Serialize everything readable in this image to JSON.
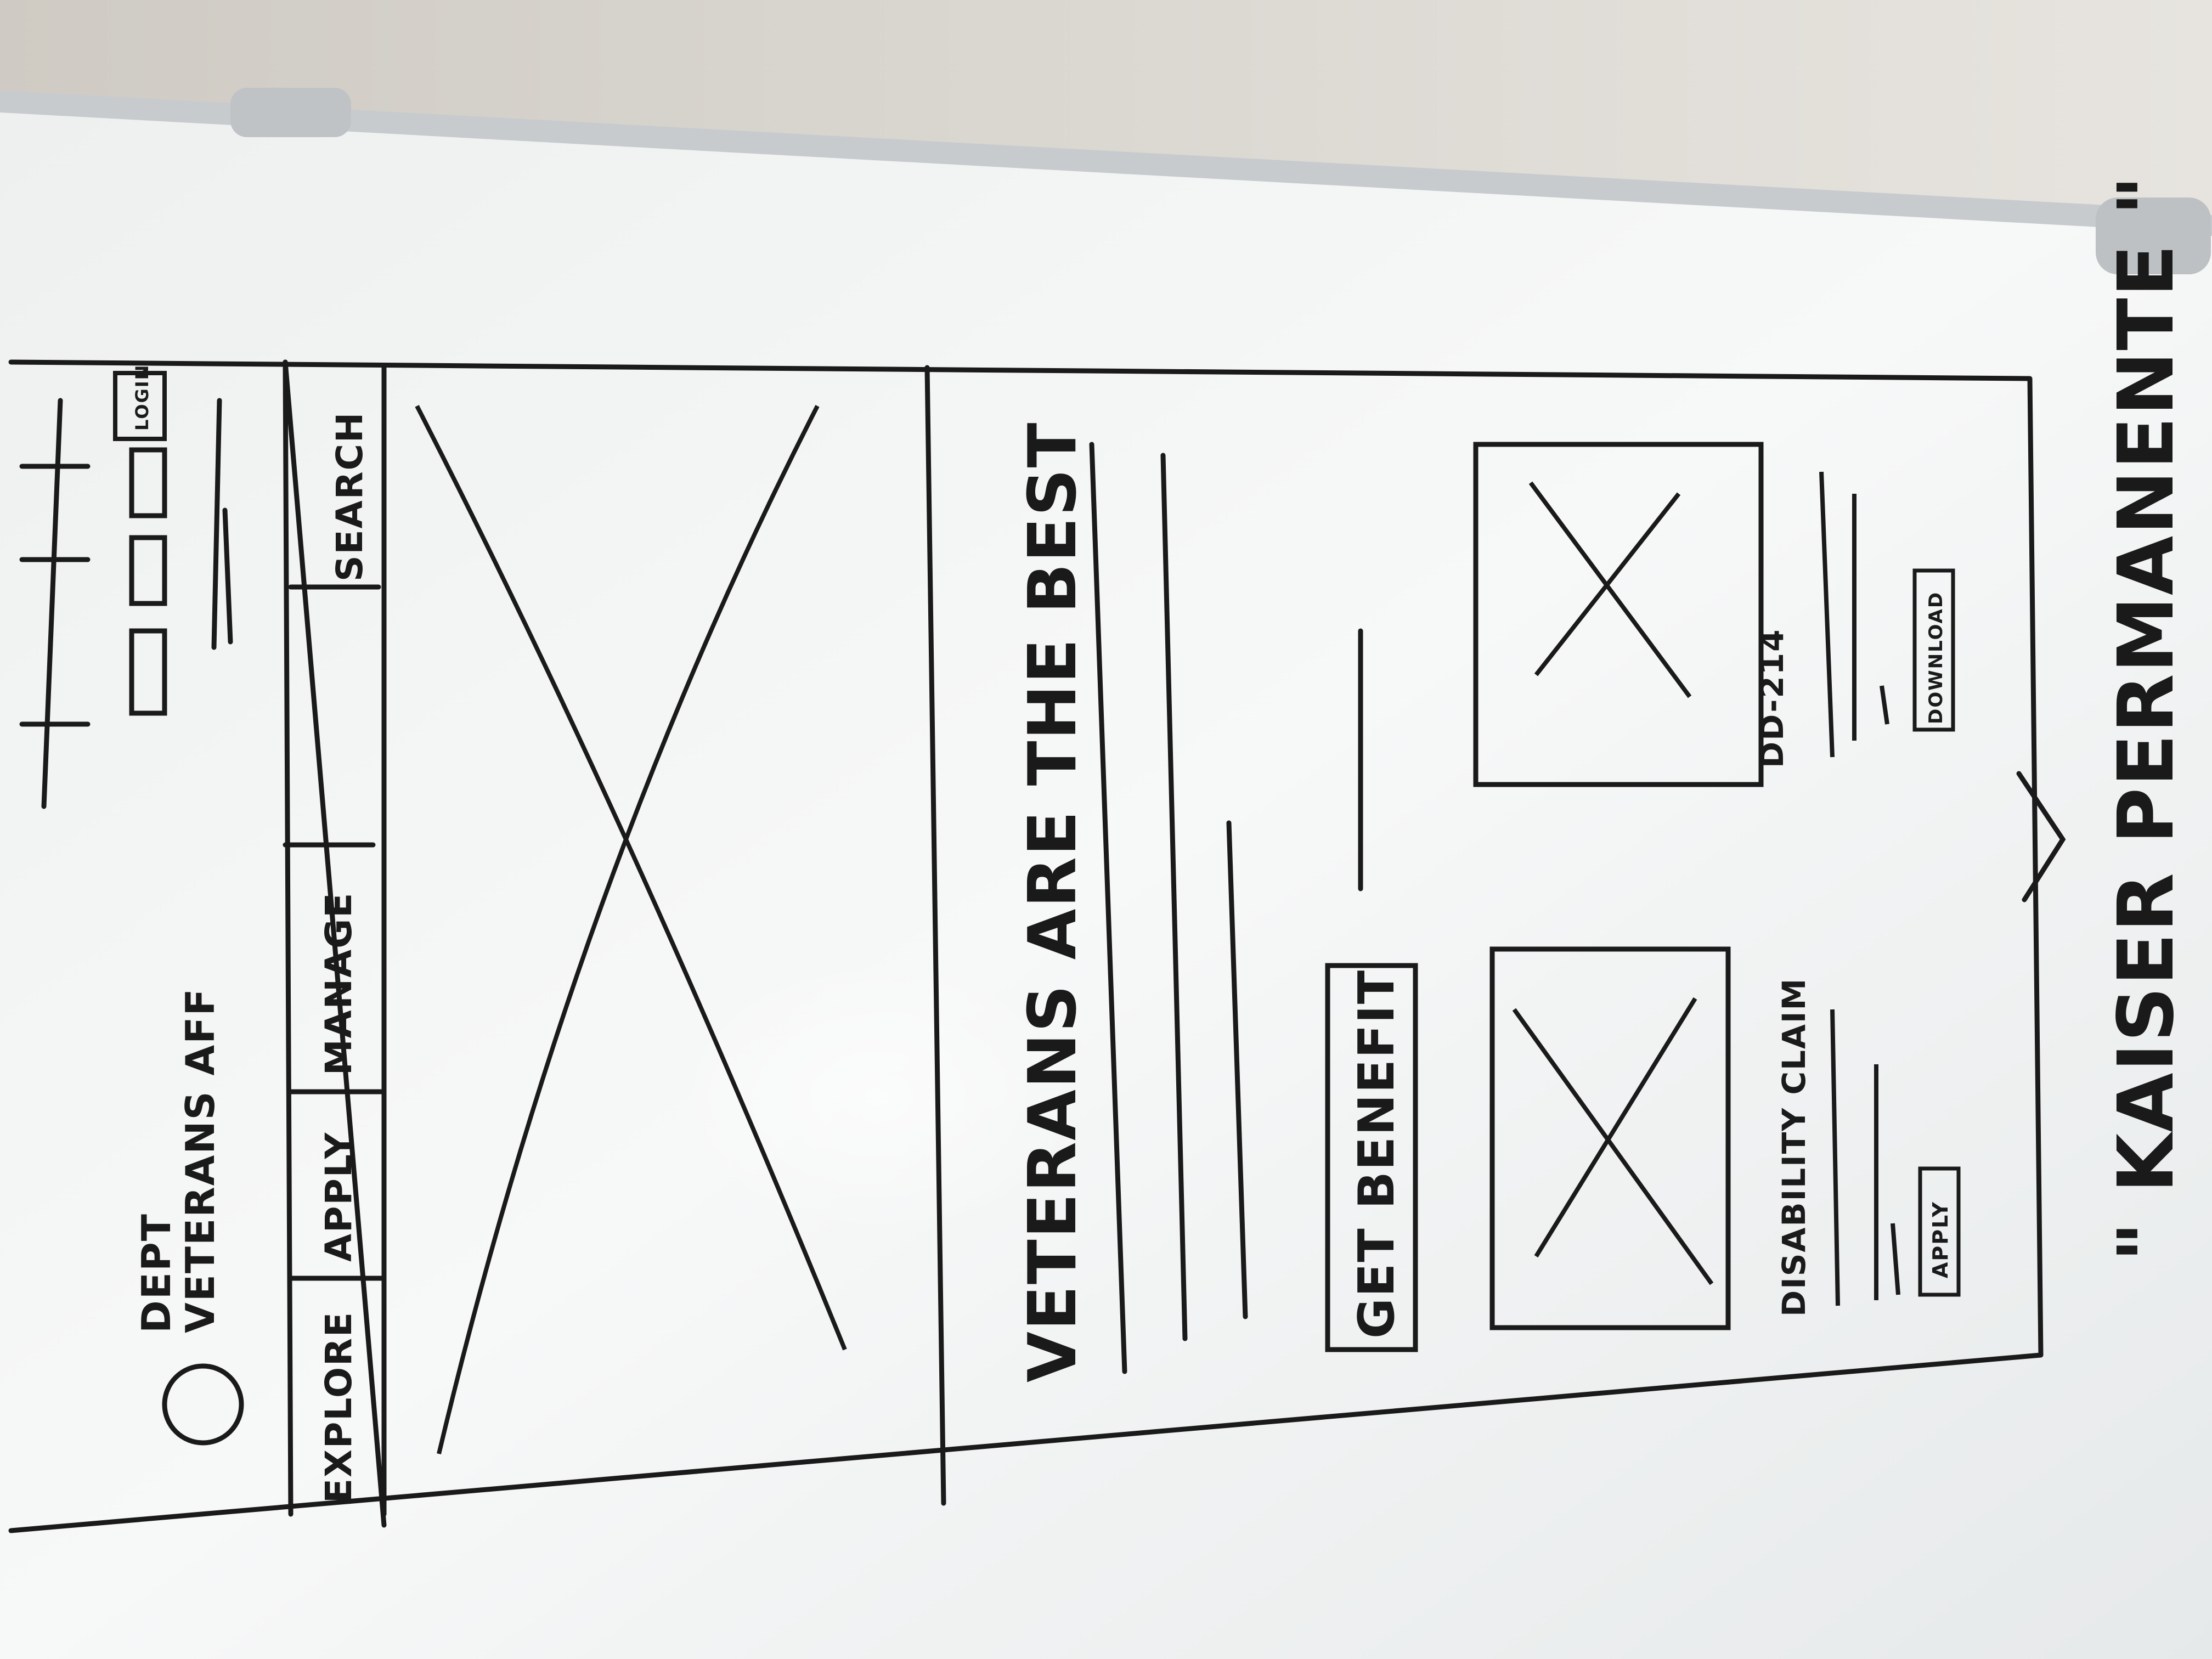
{
  "photo": {
    "subject": "whiteboard wireframe sketch",
    "colors": {
      "board": "#f3f4f4",
      "ink": "#1a1a1a",
      "wall": "#d8d6d2",
      "frame": "#c9cccf"
    }
  },
  "header": {
    "logo_icon": "circle",
    "org_line1": "DEPT",
    "org_line2": "VETERANS AFF",
    "login_label": "LOGIN"
  },
  "nav": {
    "items": [
      {
        "label": "EXPLORE"
      },
      {
        "label": "APPLY"
      },
      {
        "label": "MANAGE"
      },
      {
        "label": ""
      },
      {
        "label": "SEARCH"
      }
    ]
  },
  "hero": {
    "image_placeholder": "crossed-box"
  },
  "main": {
    "headline": "VETERANS ARE THE BEST",
    "cta_label": "GET BENEFIT"
  },
  "cards": [
    {
      "title": "DISABILITY CLAIM",
      "button_label": "APPLY"
    },
    {
      "title": "DD-214",
      "button_label": "DOWNLOAD"
    }
  ],
  "caption": {
    "text": "\" KAISER PERMANENTE \""
  }
}
